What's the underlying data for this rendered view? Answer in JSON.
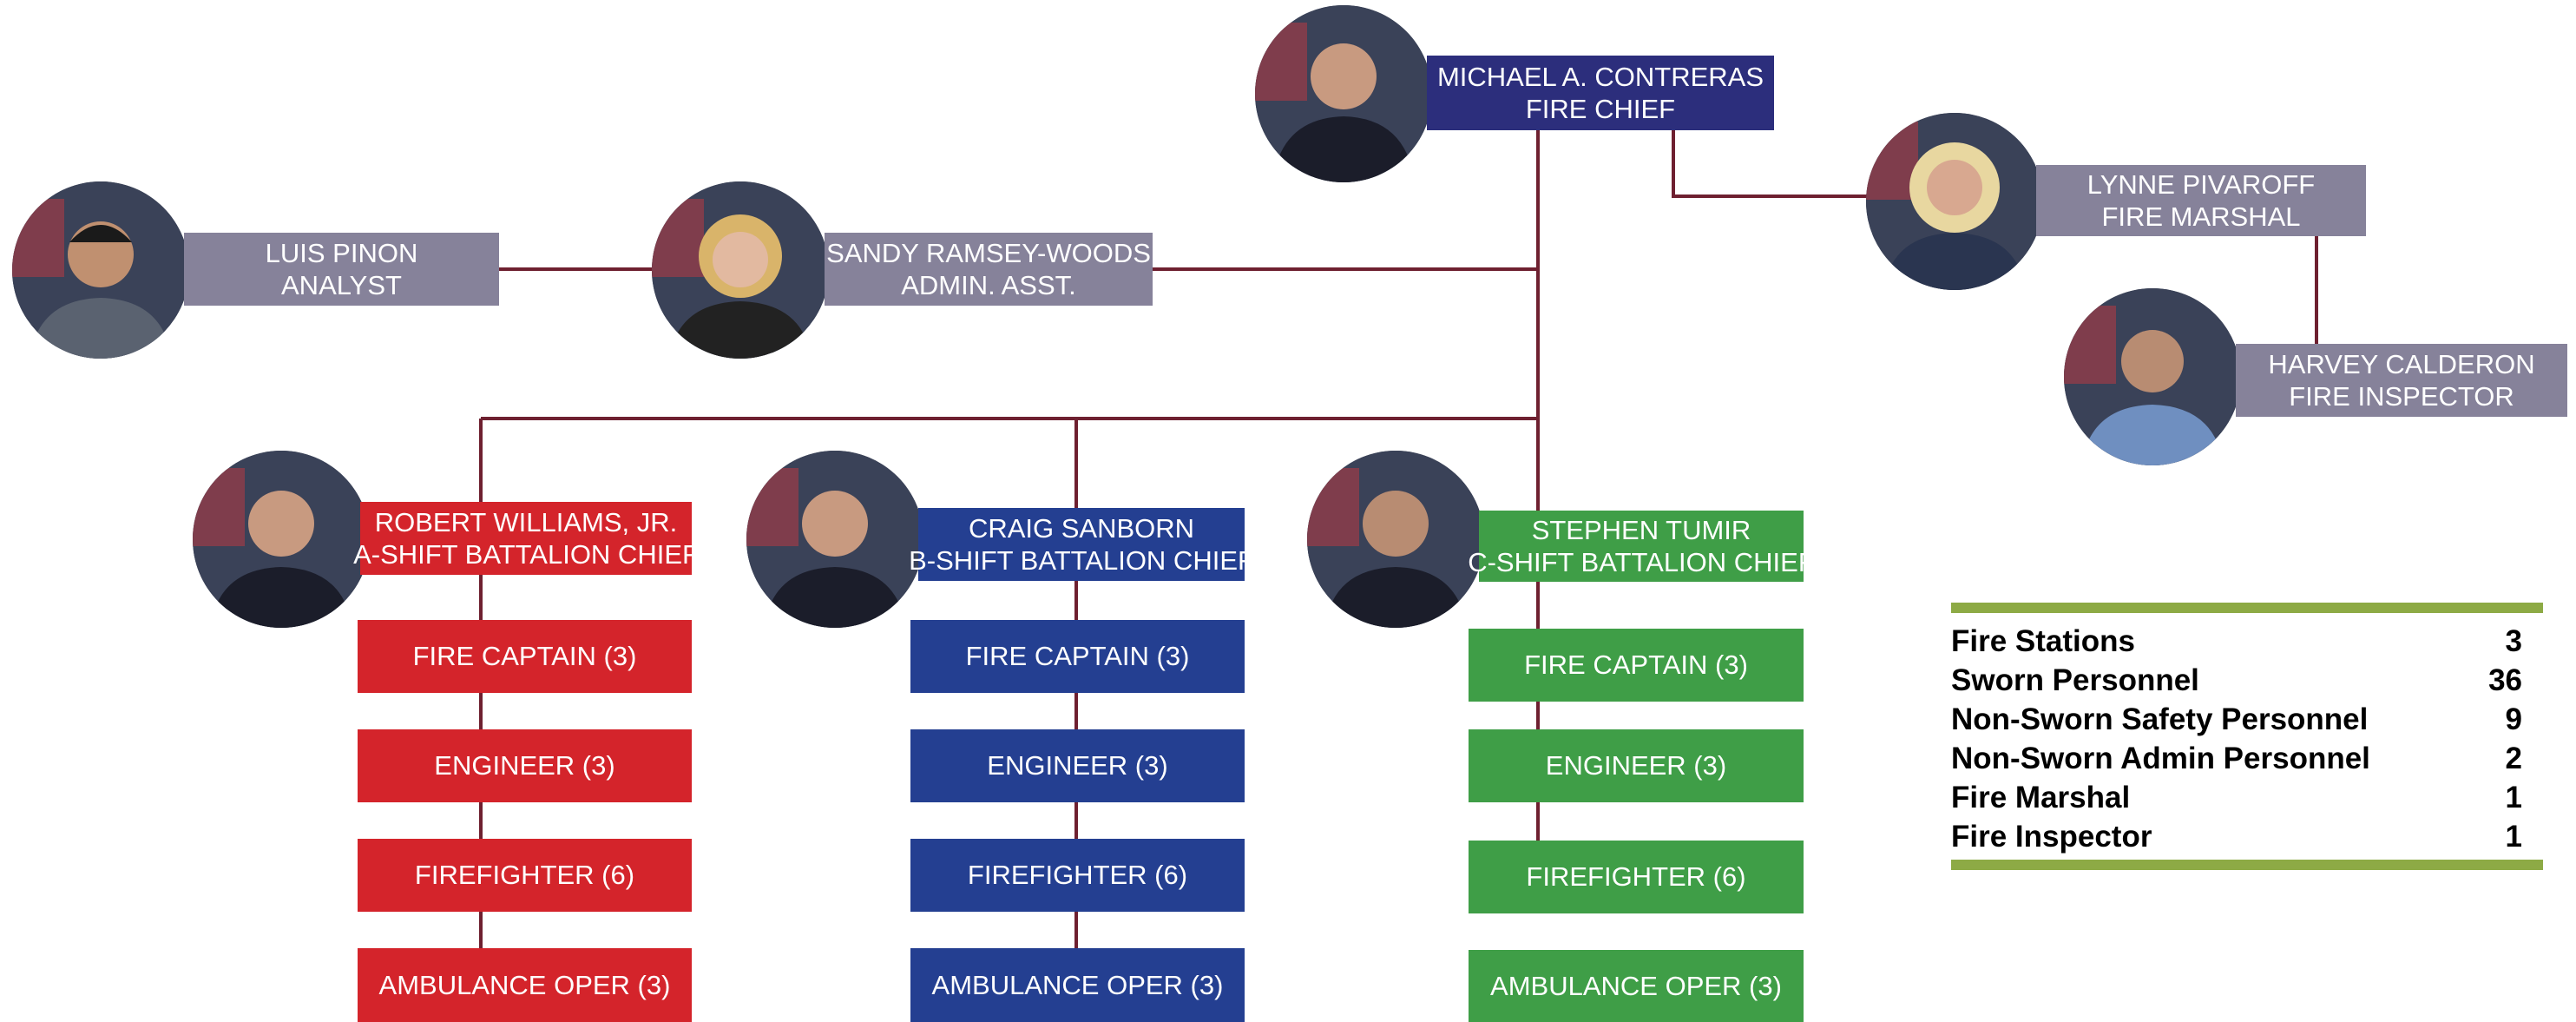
{
  "colors": {
    "line": "#6e2030",
    "gray_box": "#86829a",
    "chief_box": "#2c2e7c",
    "a_shift": "#d4242b",
    "b_shift": "#243f91",
    "c_shift": "#3f9e47",
    "stats_bar": "#8daa45"
  },
  "leadership": {
    "chief": {
      "name": "MICHAEL A. CONTRERAS",
      "title": "FIRE CHIEF",
      "photo_icon": "person-portrait-icon"
    },
    "marshal": {
      "name": "LYNNE PIVAROFF",
      "title": "FIRE MARSHAL",
      "photo_icon": "person-portrait-icon"
    },
    "inspector": {
      "name": "HARVEY CALDERON",
      "title": "FIRE INSPECTOR",
      "photo_icon": "person-portrait-icon"
    },
    "admin_asst": {
      "name": "SANDY RAMSEY-WOODS",
      "title": "ADMIN. ASST.",
      "photo_icon": "person-portrait-icon"
    },
    "analyst": {
      "name": "LUIS PINON",
      "title": "ANALYST",
      "photo_icon": "person-portrait-icon"
    }
  },
  "shifts": [
    {
      "name": "ROBERT WILLIAMS, JR.",
      "title": "A-SHIFT BATTALION CHIEF",
      "roles": [
        "FIRE CAPTAIN (3)",
        "ENGINEER (3)",
        "FIREFIGHTER (6)",
        "AMBULANCE OPER (3)"
      ]
    },
    {
      "name": "CRAIG SANBORN",
      "title": "B-SHIFT BATTALION CHIEF",
      "roles": [
        "FIRE CAPTAIN (3)",
        "ENGINEER (3)",
        "FIREFIGHTER (6)",
        "AMBULANCE OPER (3)"
      ]
    },
    {
      "name": "STEPHEN TUMIR",
      "title": "C-SHIFT BATTALION CHIEF",
      "roles": [
        "FIRE CAPTAIN (3)",
        "ENGINEER (3)",
        "FIREFIGHTER (6)",
        "AMBULANCE OPER (3)"
      ]
    }
  ],
  "stats": [
    {
      "label": "Fire Stations",
      "value": "3"
    },
    {
      "label": "Sworn Personnel",
      "value": "36"
    },
    {
      "label": "Non-Sworn Safety Personnel",
      "value": "9"
    },
    {
      "label": "Non-Sworn Admin Personnel",
      "value": "2"
    },
    {
      "label": "Fire Marshal",
      "value": "1"
    },
    {
      "label": "Fire Inspector",
      "value": "1"
    }
  ]
}
